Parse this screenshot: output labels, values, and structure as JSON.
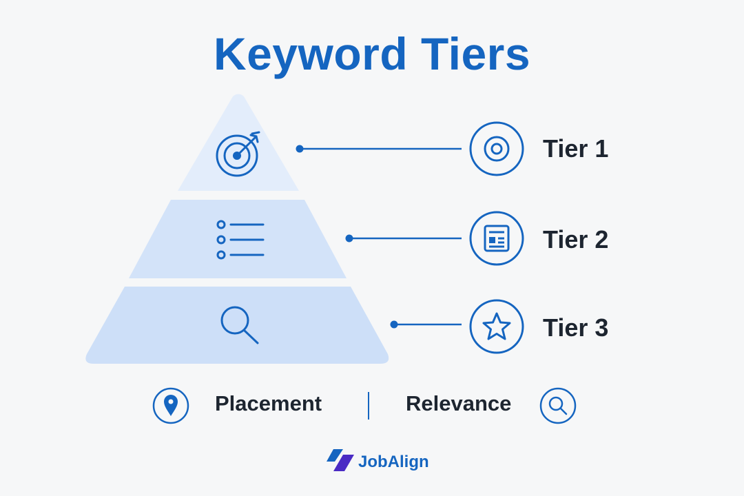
{
  "title": "Keyword Tiers",
  "tiers": [
    {
      "label": "Tier 1",
      "pyramid_icon": "target-arrow-icon",
      "badge_icon": "bullseye-icon"
    },
    {
      "label": "Tier 2",
      "pyramid_icon": "bullet-list-icon",
      "badge_icon": "document-icon"
    },
    {
      "label": "Tier 3",
      "pyramid_icon": "magnifier-icon",
      "badge_icon": "star-icon"
    }
  ],
  "legend": {
    "left": {
      "label": "Placement",
      "icon": "location-pin-icon"
    },
    "right": {
      "label": "Relevance",
      "icon": "search-icon"
    }
  },
  "brand": {
    "name": "JobAlign",
    "icon": "jobalign-logo-icon"
  },
  "colors": {
    "accent": "#1565c0",
    "tier1_fill": "#e3edfb",
    "tier2_fill": "#d3e3f9",
    "tier3_fill": "#cddff8",
    "text": "#1d2530",
    "logo_purple": "#4a2bc4"
  }
}
